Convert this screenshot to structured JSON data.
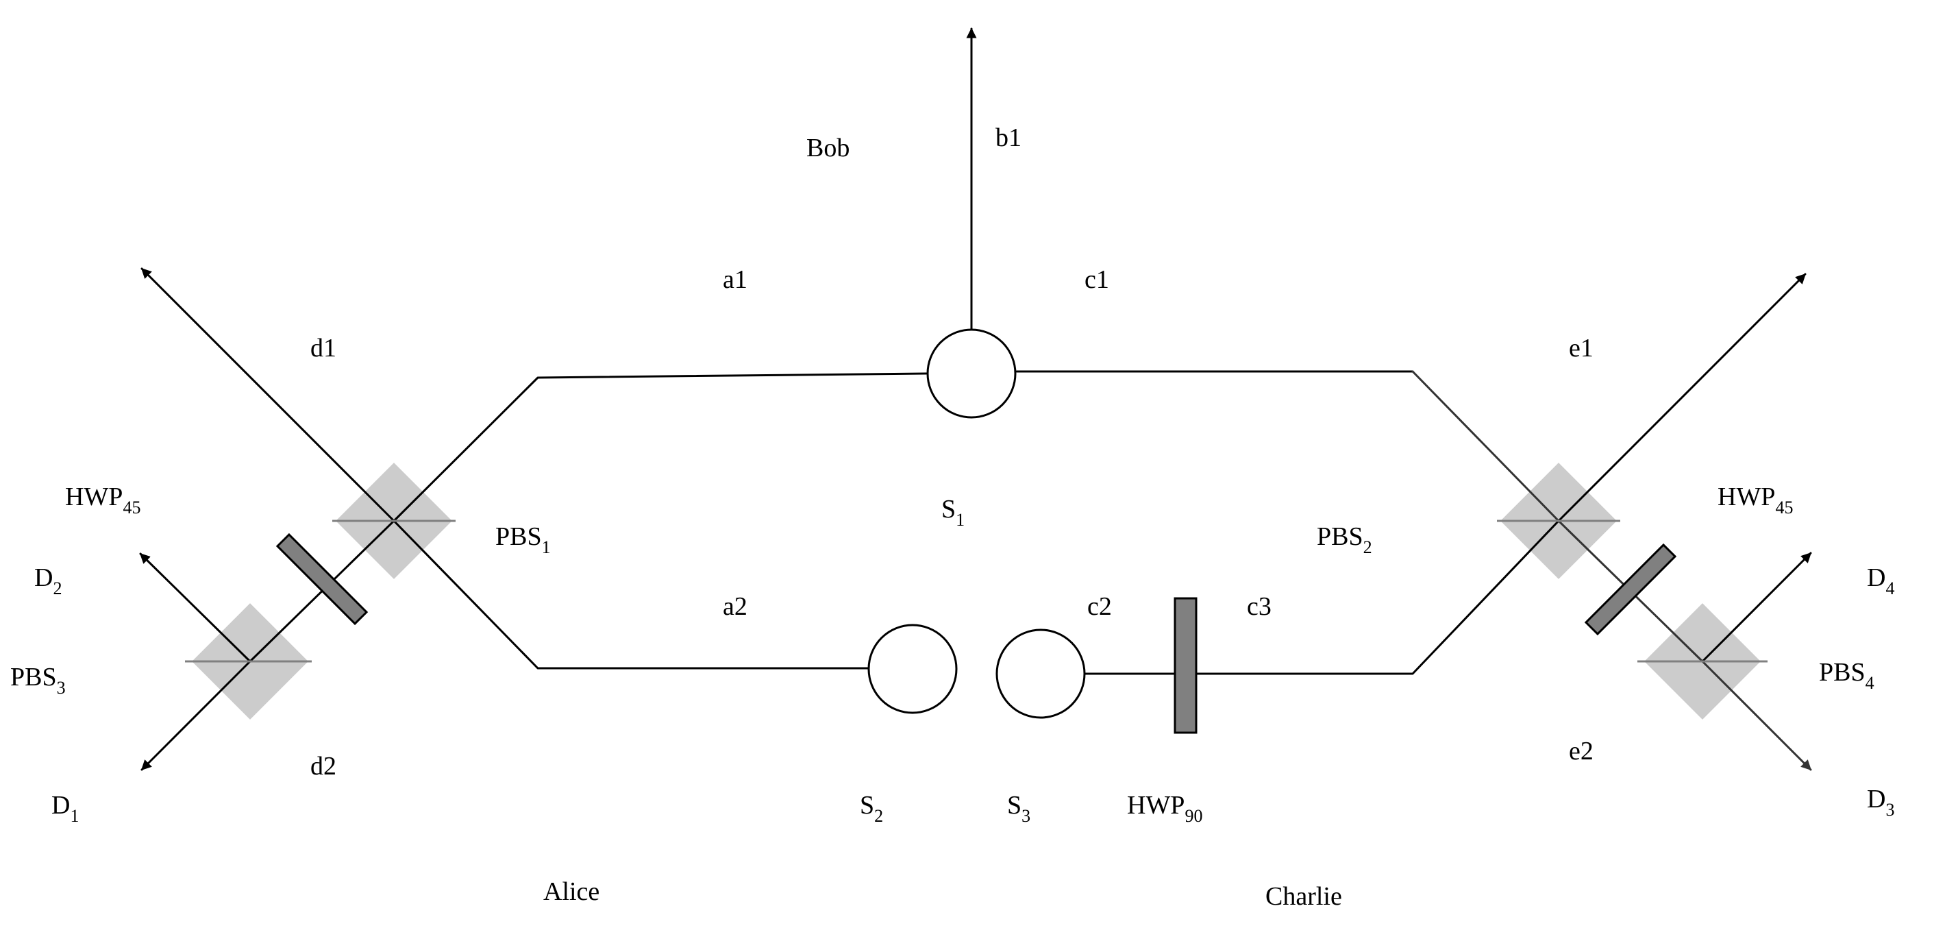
{
  "labels": {
    "bob": "Bob",
    "alice": "Alice",
    "charlie": "Charlie",
    "b1": "b1",
    "a1": "a1",
    "a2": "a2",
    "c1": "c1",
    "c2": "c2",
    "c3": "c3",
    "d1": "d1",
    "d2": "d2",
    "e1": "e1",
    "e2": "e2",
    "s1": {
      "main": "S",
      "sub": "1"
    },
    "s2": {
      "main": "S",
      "sub": "2"
    },
    "s3": {
      "main": "S",
      "sub": "3"
    },
    "pbs1": {
      "main": "PBS",
      "sub": "1"
    },
    "pbs2": {
      "main": "PBS",
      "sub": "2"
    },
    "pbs3": {
      "main": "PBS",
      "sub": "3"
    },
    "pbs4": {
      "main": "PBS",
      "sub": "4"
    },
    "hwp45_left": {
      "main": "HWP",
      "sub": "45"
    },
    "hwp45_right": {
      "main": "HWP",
      "sub": "45"
    },
    "hwp90": {
      "main": "HWP",
      "sub": "90"
    },
    "det1": {
      "main": "D",
      "sub": "1"
    },
    "det2": {
      "main": "D",
      "sub": "2"
    },
    "det3": {
      "main": "D",
      "sub": "3"
    },
    "det4": {
      "main": "D",
      "sub": "4"
    }
  },
  "colors": {
    "beam": "#000000",
    "beam_secondary": "#333333",
    "pbs_cube": "#cccccc",
    "wave_plate": "#808080",
    "background": "#ffffff"
  }
}
